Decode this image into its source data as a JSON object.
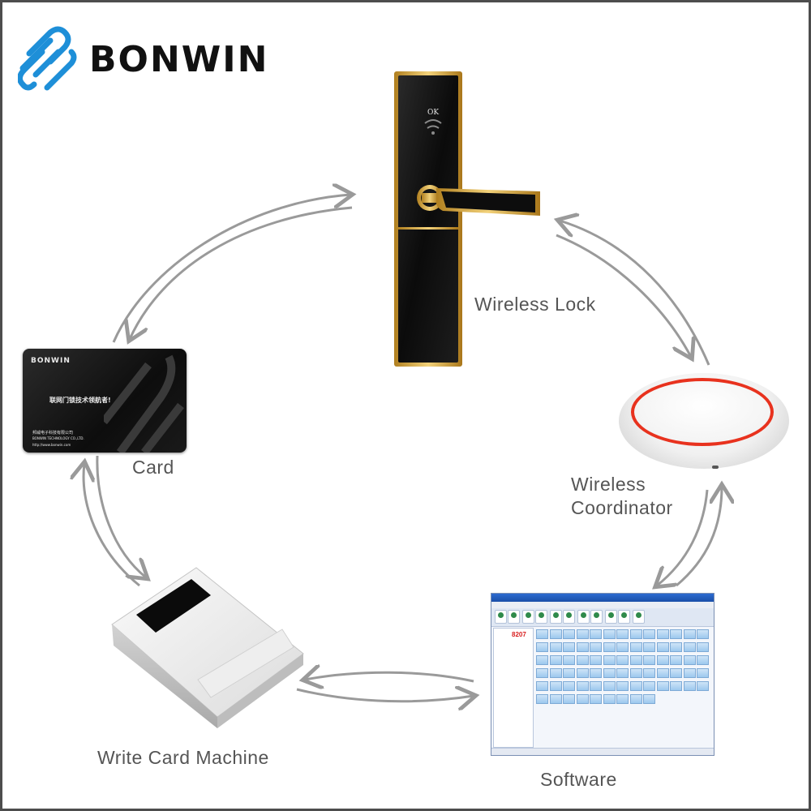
{
  "brand": {
    "name": "BONWIN"
  },
  "nodes": {
    "wireless_lock": {
      "label": "Wireless Lock",
      "panel_text": "OK"
    },
    "card": {
      "label": "Card"
    },
    "wireless_coordinator": {
      "label_line1": "Wireless",
      "label_line2": "Coordinator"
    },
    "write_card_machine": {
      "label": "Write Card Machine"
    },
    "software": {
      "label": "Software",
      "room_number": "8207"
    }
  },
  "card_face": {
    "brand": "BONWIN",
    "slogan": "联网门锁技术领航者!",
    "company_cn": "邦威电子科技有限公司",
    "company_en": "BONWIN TECHNOLOGY CO.,LTD.",
    "website": "http://www.bonwin.com"
  },
  "colors": {
    "arrow": "#9a9a9a",
    "label_text": "#555555",
    "logo_blue": "#1e8fd8",
    "lock_gold": "#d4a437",
    "coordinator_ring": "#e8321e",
    "frame": "#4d4d4d"
  }
}
